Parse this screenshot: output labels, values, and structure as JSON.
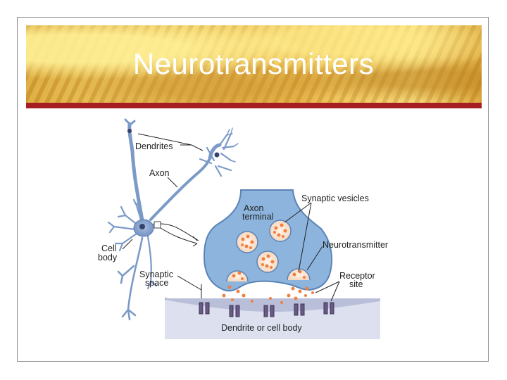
{
  "slide": {
    "title": "Neurotransmitters"
  },
  "diagram": {
    "labels": {
      "dendrites": "Dendrites",
      "axon": "Axon",
      "cell": "Cell",
      "body": "body",
      "synaptic": "Synaptic",
      "space": "space",
      "axon_terminal_1": "Axon",
      "axon_terminal_2": "terminal",
      "synaptic_vesicles": "Synaptic vesicles",
      "neurotransmitter": "Neurotransmitter",
      "receptor": "Receptor",
      "site": "site",
      "dendrite_or_cell_body": "Dendrite or cell body"
    },
    "colors": {
      "neuron_blue": "#7b9ac8",
      "terminal_blue": "#8cb4dc",
      "vesicle_orange": "#f08040",
      "postsynaptic": "#dde0ef",
      "receptor_purple": "#6a5a86",
      "banner_red": "#a41e22"
    }
  }
}
